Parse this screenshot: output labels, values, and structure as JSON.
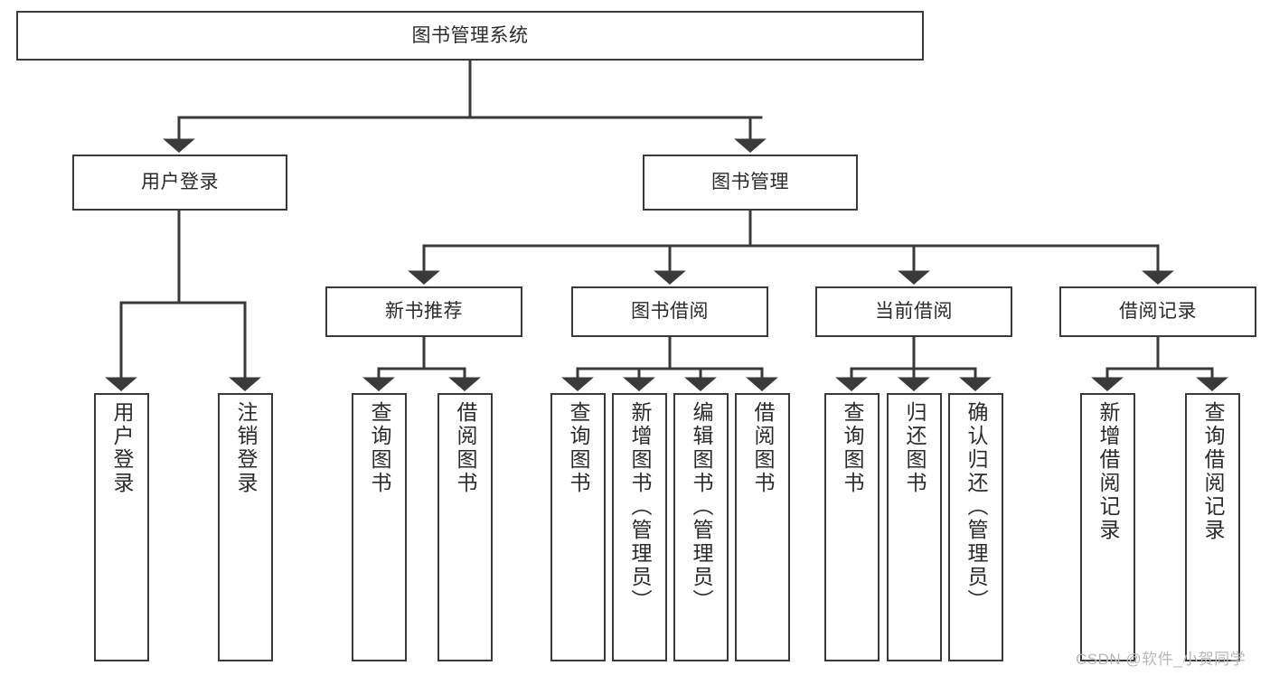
{
  "diagram": {
    "title": "图书管理系统",
    "watermark": "CSDN @软件_小贺同学",
    "colors": {
      "box_border": "#3a3a3a",
      "box_fill": "#ffffff",
      "connector": "#3a3a3a",
      "text": "#2b2b2b",
      "watermark": "#b8b8b8",
      "background": "#ffffff"
    },
    "root": {
      "label": "图书管理系统"
    },
    "level2": [
      {
        "label": "用户登录"
      },
      {
        "label": "图书管理"
      }
    ],
    "level3": [
      {
        "label": "新书推荐"
      },
      {
        "label": "图书借阅"
      },
      {
        "label": "当前借阅"
      },
      {
        "label": "借阅记录"
      }
    ],
    "leaves": {
      "user_login": [
        {
          "label": "用户登录"
        },
        {
          "label": "注销登录"
        }
      ],
      "new_book": [
        {
          "label": "查询图书"
        },
        {
          "label": "借阅图书"
        }
      ],
      "book_borrow": [
        {
          "label": "查询图书"
        },
        {
          "label": "新增图书（管理员）"
        },
        {
          "label": "编辑图书（管理员）"
        },
        {
          "label": "借阅图书"
        }
      ],
      "current_borrow": [
        {
          "label": "查询图书"
        },
        {
          "label": "归还图书"
        },
        {
          "label": "确认归还（管理员）"
        }
      ],
      "borrow_record": [
        {
          "label": "新增借阅记录"
        },
        {
          "label": "查询借阅记录"
        }
      ]
    }
  }
}
